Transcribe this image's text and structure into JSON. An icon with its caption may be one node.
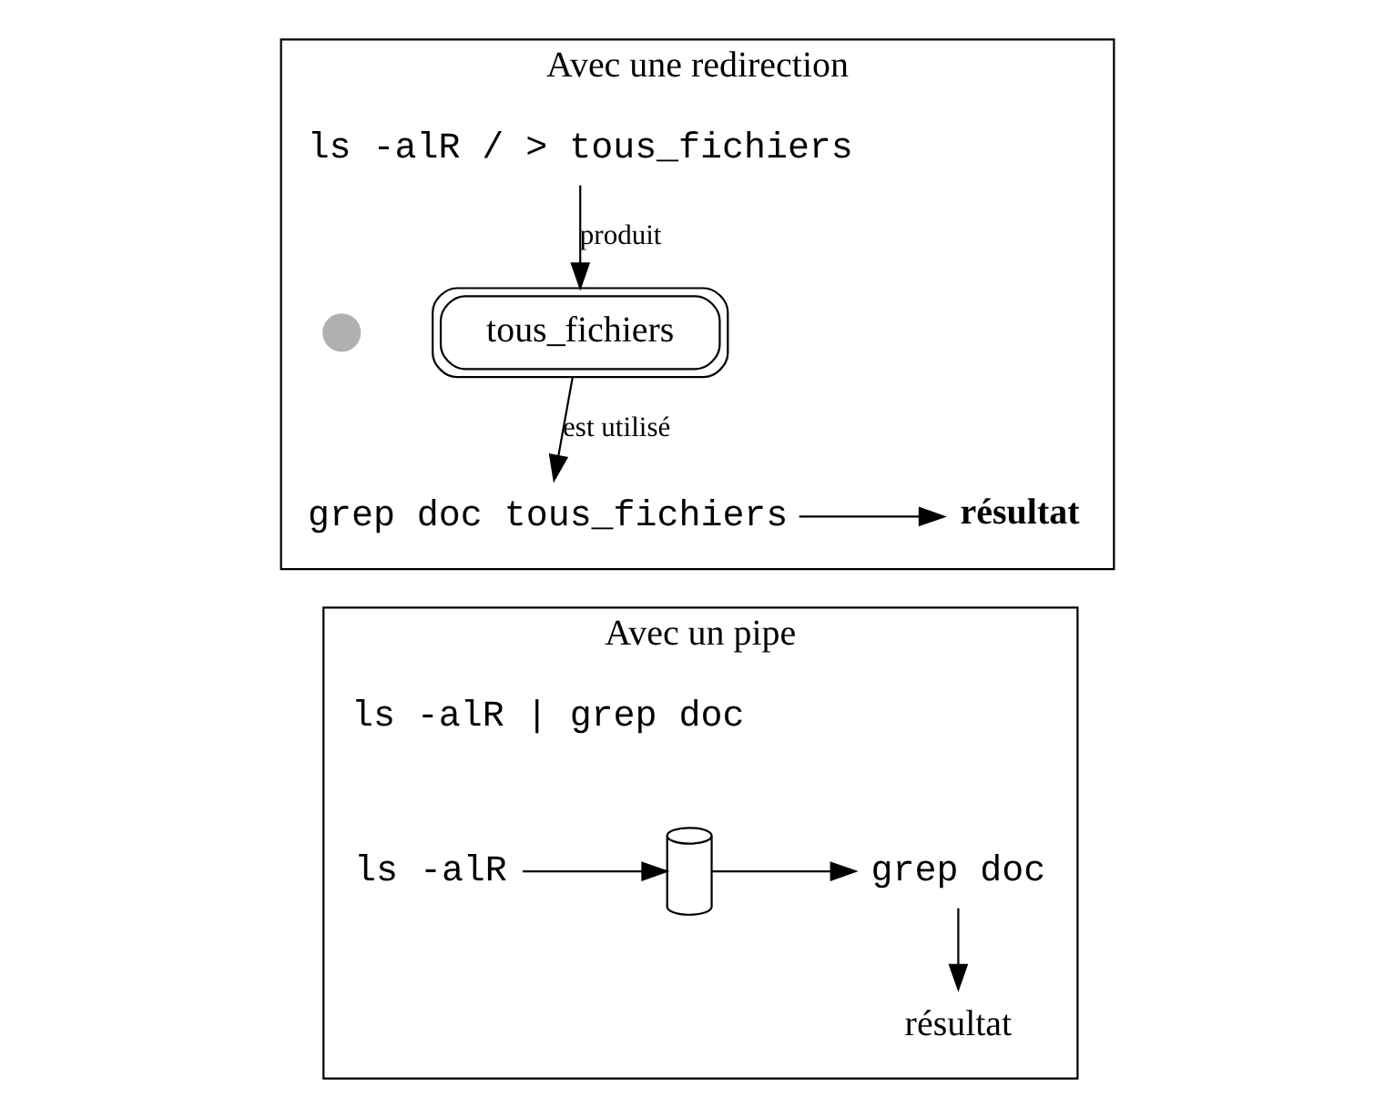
{
  "diagram": {
    "nodes": [
      {
        "text": [
          "Avec une redirection"
        ]
      },
      {
        "text": [
          "ls -alR / > tous_fichiers"
        ],
        "in": 0
      },
      {
        "text": [],
        "shape": "circle",
        "in": 0
      },
      {
        "text": [
          "tous_fichiers"
        ],
        "in": 0
      },
      {
        "text": [
          "grep doc tous_fichiers"
        ],
        "in": 0
      },
      {
        "text": [
          "résultat"
        ],
        "in": 0
      },
      {
        "text": [
          "Avec un pipe"
        ]
      },
      {
        "text": [],
        "shape": "cylinder",
        "in": 6
      },
      {
        "text": [
          "ls -alR"
        ],
        "in": 6
      },
      {
        "text": [
          "grep doc"
        ],
        "in": 6
      },
      {
        "text": [
          "résultat"
        ],
        "in": 6
      }
    ],
    "edges": [
      {
        "from": 1,
        "to": 3,
        "arrow": "to",
        "label": "produit"
      },
      {
        "from": 3,
        "to": 4,
        "arrow": "to",
        "label": "est utilisé"
      },
      {
        "from": 4,
        "to": 5,
        "arrow": "to"
      },
      {
        "from": 8,
        "to": 7,
        "arrow": "to"
      },
      {
        "from": 7,
        "to": 9,
        "arrow": "to"
      },
      {
        "from": 9,
        "to": 10,
        "arrow": "to"
      }
    ],
    "labels": [
      "ls -alR | grep doc"
    ]
  }
}
